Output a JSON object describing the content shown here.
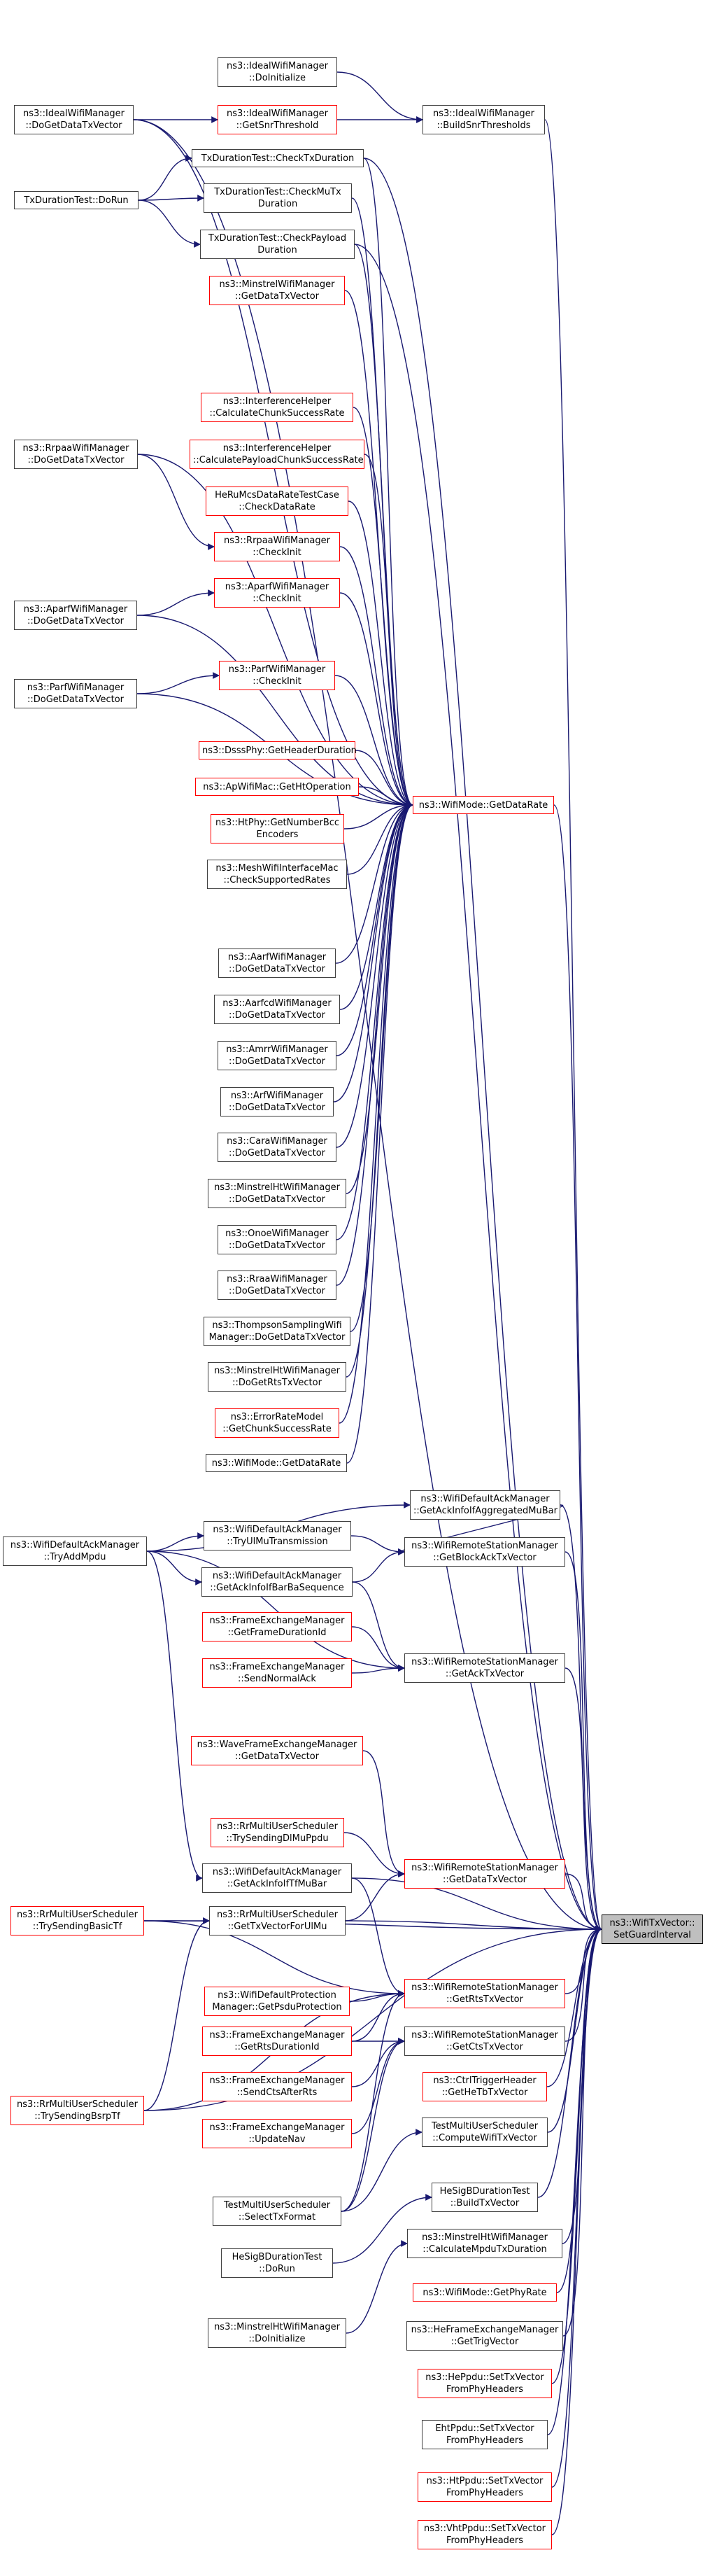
{
  "graph": {
    "edge_color": "#191970",
    "node_border_color": "#404040",
    "node_undocumented_border_color": "#ff0000",
    "target_fill_color": "#bfbfbf",
    "nodes": [
      {
        "id": "target",
        "lines": [
          "ns3::WifiTxVector::",
          "SetGuardInterval"
        ],
        "style": "target"
      },
      {
        "id": "ideal_doinit",
        "lines": [
          "ns3::IdealWifiManager",
          "::DoInitialize"
        ],
        "style": "normal"
      },
      {
        "id": "ideal_dogetdata",
        "lines": [
          "ns3::IdealWifiManager",
          "::DoGetDataTxVector"
        ],
        "style": "normal"
      },
      {
        "id": "ideal_getsnr",
        "lines": [
          "ns3::IdealWifiManager",
          "::GetSnrThreshold"
        ],
        "style": "red"
      },
      {
        "id": "ideal_buildsnr",
        "lines": [
          "ns3::IdealWifiManager",
          "::BuildSnrThresholds"
        ],
        "style": "normal"
      },
      {
        "id": "txdur_check",
        "lines": [
          "TxDurationTest::CheckTxDuration"
        ],
        "style": "normal"
      },
      {
        "id": "txdur_dorun",
        "lines": [
          "TxDurationTest::DoRun"
        ],
        "style": "normal"
      },
      {
        "id": "txdur_checkmu",
        "lines": [
          "TxDurationTest::CheckMuTx",
          "Duration"
        ],
        "style": "normal"
      },
      {
        "id": "txdur_checkpayload",
        "lines": [
          "TxDurationTest::CheckPayload",
          "Duration"
        ],
        "style": "normal"
      },
      {
        "id": "minstrel_getdata",
        "lines": [
          "ns3::MinstrelWifiManager",
          "::GetDataTxVector"
        ],
        "style": "red"
      },
      {
        "id": "interf_chunk",
        "lines": [
          "ns3::InterferenceHelper",
          "::CalculateChunkSuccessRate"
        ],
        "style": "red"
      },
      {
        "id": "rrpaa_dogetdata",
        "lines": [
          "ns3::RrpaaWifiManager",
          "::DoGetDataTxVector"
        ],
        "style": "normal"
      },
      {
        "id": "interf_payload",
        "lines": [
          "ns3::InterferenceHelper",
          "::CalculatePayloadChunkSuccessRate"
        ],
        "style": "red"
      },
      {
        "id": "herumcs",
        "lines": [
          "HeRuMcsDataRateTestCase",
          "::CheckDataRate"
        ],
        "style": "red"
      },
      {
        "id": "rrpaa_checkinit",
        "lines": [
          "ns3::RrpaaWifiManager",
          "::CheckInit"
        ],
        "style": "red"
      },
      {
        "id": "aparf_checkinit",
        "lines": [
          "ns3::AparfWifiManager",
          "::CheckInit"
        ],
        "style": "red"
      },
      {
        "id": "aparf_dogetdata",
        "lines": [
          "ns3::AparfWifiManager",
          "::DoGetDataTxVector"
        ],
        "style": "normal"
      },
      {
        "id": "parf_dogetdata",
        "lines": [
          "ns3::ParfWifiManager",
          "::DoGetDataTxVector"
        ],
        "style": "normal"
      },
      {
        "id": "parf_checkinit",
        "lines": [
          "ns3::ParfWifiManager",
          "::CheckInit"
        ],
        "style": "red"
      },
      {
        "id": "dsss_header",
        "lines": [
          "ns3::DsssPhy::GetHeaderDuration"
        ],
        "style": "red"
      },
      {
        "id": "apwifi_getht",
        "lines": [
          "ns3::ApWifiMac::GetHtOperation"
        ],
        "style": "red"
      },
      {
        "id": "wifimode_getdatarate",
        "lines": [
          "ns3::WifiMode::GetDataRate"
        ],
        "style": "red"
      },
      {
        "id": "htphy_getnumbcc",
        "lines": [
          "ns3::HtPhy::GetNumberBcc",
          "Encoders"
        ],
        "style": "red"
      },
      {
        "id": "mesh_checksupp",
        "lines": [
          "ns3::MeshWifiInterfaceMac",
          "::CheckSupportedRates"
        ],
        "style": "normal"
      },
      {
        "id": "aarf_dogetdata",
        "lines": [
          "ns3::AarfWifiManager",
          "::DoGetDataTxVector"
        ],
        "style": "normal"
      },
      {
        "id": "aarfcd_dogetdata",
        "lines": [
          "ns3::AarfcdWifiManager",
          "::DoGetDataTxVector"
        ],
        "style": "normal"
      },
      {
        "id": "amrr_dogetdata",
        "lines": [
          "ns3::AmrrWifiManager",
          "::DoGetDataTxVector"
        ],
        "style": "normal"
      },
      {
        "id": "arf_dogetdata",
        "lines": [
          "ns3::ArfWifiManager",
          "::DoGetDataTxVector"
        ],
        "style": "normal"
      },
      {
        "id": "cara_dogetdata",
        "lines": [
          "ns3::CaraWifiManager",
          "::DoGetDataTxVector"
        ],
        "style": "normal"
      },
      {
        "id": "minstrelht_dogetdata",
        "lines": [
          "ns3::MinstrelHtWifiManager",
          "::DoGetDataTxVector"
        ],
        "style": "normal"
      },
      {
        "id": "onoe_dogetdata",
        "lines": [
          "ns3::OnoeWifiManager",
          "::DoGetDataTxVector"
        ],
        "style": "normal"
      },
      {
        "id": "rraa_dogetdata",
        "lines": [
          "ns3::RraaWifiManager",
          "::DoGetDataTxVector"
        ],
        "style": "normal"
      },
      {
        "id": "thompson_dogetdata",
        "lines": [
          "ns3::ThompsonSamplingWifi",
          "Manager::DoGetDataTxVector"
        ],
        "style": "normal"
      },
      {
        "id": "minstrelht_dogetrts",
        "lines": [
          "ns3::MinstrelHtWifiManager",
          "::DoGetRtsTxVector"
        ],
        "style": "normal"
      },
      {
        "id": "errrate_chunk",
        "lines": [
          "ns3::ErrorRateModel",
          "::GetChunkSuccessRate"
        ],
        "style": "red"
      },
      {
        "id": "wifimode_getdatarate2",
        "lines": [
          "ns3::WifiMode::GetDataRate"
        ],
        "style": "normal"
      },
      {
        "id": "defack_getackinfoagg",
        "lines": [
          "ns3::WifiDefaultAckManager",
          "::GetAckInfoIfAggregatedMuBar"
        ],
        "style": "normal"
      },
      {
        "id": "defack_tryadd",
        "lines": [
          "ns3::WifiDefaultAckManager",
          "::TryAddMpdu"
        ],
        "style": "normal"
      },
      {
        "id": "defack_tryul",
        "lines": [
          "ns3::WifiDefaultAckManager",
          "::TryUlMuTransmission"
        ],
        "style": "normal"
      },
      {
        "id": "rsm_getblockack",
        "lines": [
          "ns3::WifiRemoteStationManager",
          "::GetBlockAckTxVector"
        ],
        "style": "normal"
      },
      {
        "id": "defack_getackinfobar",
        "lines": [
          "ns3::WifiDefaultAckManager",
          "::GetAckInfoIfBarBaSequence"
        ],
        "style": "normal"
      },
      {
        "id": "fem_getframedur",
        "lines": [
          "ns3::FrameExchangeManager",
          "::GetFrameDurationId"
        ],
        "style": "red"
      },
      {
        "id": "rsm_getack",
        "lines": [
          "ns3::WifiRemoteStationManager",
          "::GetAckTxVector"
        ],
        "style": "normal"
      },
      {
        "id": "fem_sendnormalack",
        "lines": [
          "ns3::FrameExchangeManager",
          "::SendNormalAck"
        ],
        "style": "red"
      },
      {
        "id": "wavefem_getdata",
        "lines": [
          "ns3::WaveFrameExchangeManager",
          "::GetDataTxVector"
        ],
        "style": "red"
      },
      {
        "id": "rrmus_trydlmu",
        "lines": [
          "ns3::RrMultiUserScheduler",
          "::TrySendingDlMuPpdu"
        ],
        "style": "red"
      },
      {
        "id": "rsm_getdata",
        "lines": [
          "ns3::WifiRemoteStationManager",
          "::GetDataTxVector"
        ],
        "style": "red"
      },
      {
        "id": "defack_getackinfotf",
        "lines": [
          "ns3::WifiDefaultAckManager",
          "::GetAckInfoIfTfMuBar"
        ],
        "style": "normal"
      },
      {
        "id": "rrmus_trybasictf",
        "lines": [
          "ns3::RrMultiUserScheduler",
          "::TrySendingBasicTf"
        ],
        "style": "red"
      },
      {
        "id": "rrmus_gettxvecul",
        "lines": [
          "ns3::RrMultiUserScheduler",
          "::GetTxVectorForUlMu"
        ],
        "style": "normal"
      },
      {
        "id": "rsm_getrts",
        "lines": [
          "ns3::WifiRemoteStationManager",
          "::GetRtsTxVector"
        ],
        "style": "red"
      },
      {
        "id": "defprot_getpsdu",
        "lines": [
          "ns3::WifiDefaultProtection",
          "Manager::GetPsduProtection"
        ],
        "style": "red"
      },
      {
        "id": "rsm_getcts",
        "lines": [
          "ns3::WifiRemoteStationManager",
          "::GetCtsTxVector"
        ],
        "style": "normal"
      },
      {
        "id": "fem_getrtsdur",
        "lines": [
          "ns3::FrameExchangeManager",
          "::GetRtsDurationId"
        ],
        "style": "red"
      },
      {
        "id": "ctrltrig_getheTb",
        "lines": [
          "ns3::CtrlTriggerHeader",
          "::GetHeTbTxVector"
        ],
        "style": "red"
      },
      {
        "id": "rrmus_trybsrp",
        "lines": [
          "ns3::RrMultiUserScheduler",
          "::TrySendingBsrpTf"
        ],
        "style": "red"
      },
      {
        "id": "fem_sendcts",
        "lines": [
          "ns3::FrameExchangeManager",
          "::SendCtsAfterRts"
        ],
        "style": "red"
      },
      {
        "id": "testmus_compute",
        "lines": [
          "TestMultiUserScheduler",
          "::ComputeWifiTxVector"
        ],
        "style": "normal"
      },
      {
        "id": "fem_updatenav",
        "lines": [
          "ns3::FrameExchangeManager",
          "::UpdateNav"
        ],
        "style": "red"
      },
      {
        "id": "testmus_selectfmt",
        "lines": [
          "TestMultiUserScheduler",
          "::SelectTxFormat"
        ],
        "style": "normal"
      },
      {
        "id": "hesigb_build",
        "lines": [
          "HeSigBDurationTest",
          "::BuildTxVector"
        ],
        "style": "normal"
      },
      {
        "id": "hesigb_dorun",
        "lines": [
          "HeSigBDurationTest",
          "::DoRun"
        ],
        "style": "normal"
      },
      {
        "id": "minstrelht_calcmpdu",
        "lines": [
          "ns3::MinstrelHtWifiManager",
          "::CalculateMpduTxDuration"
        ],
        "style": "normal"
      },
      {
        "id": "wifimode_getphyrate",
        "lines": [
          "ns3::WifiMode::GetPhyRate"
        ],
        "style": "red"
      },
      {
        "id": "minstrelht_doinit",
        "lines": [
          "ns3::MinstrelHtWifiManager",
          "::DoInitialize"
        ],
        "style": "normal"
      },
      {
        "id": "hefem_gettrig",
        "lines": [
          "ns3::HeFrameExchangeManager",
          "::GetTrigVector"
        ],
        "style": "normal"
      },
      {
        "id": "heppdu_settx",
        "lines": [
          "ns3::HePpdu::SetTxVector",
          "FromPhyHeaders"
        ],
        "style": "red"
      },
      {
        "id": "ehtppdu_settx",
        "lines": [
          "EhtPpdu::SetTxVector",
          "FromPhyHeaders"
        ],
        "style": "normal"
      },
      {
        "id": "htppdu_settx",
        "lines": [
          "ns3::HtPpdu::SetTxVector",
          "FromPhyHeaders"
        ],
        "style": "red"
      },
      {
        "id": "vhtppdu_settx",
        "lines": [
          "ns3::VhtPpdu::SetTxVector",
          "FromPhyHeaders"
        ],
        "style": "red"
      }
    ]
  }
}
